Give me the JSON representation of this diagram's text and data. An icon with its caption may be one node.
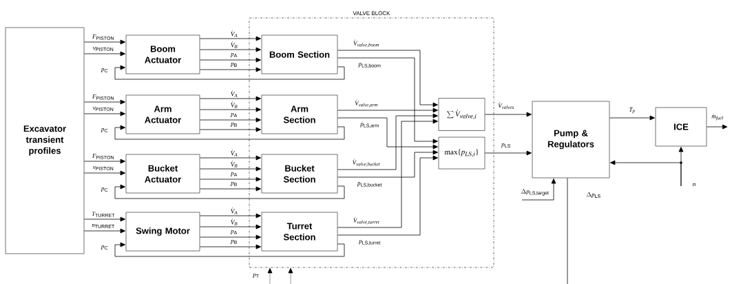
{
  "diagram": {
    "nodes": [
      {
        "text": [
          "Excavator transient profiles"
        ]
      },
      {
        "text": [
          "Boom Actuator"
        ]
      },
      {
        "text": [
          "Arm Actuator"
        ]
      },
      {
        "text": [
          "Bucket Actuator"
        ]
      },
      {
        "text": [
          "Swing Motor"
        ]
      },
      {
        "text": [
          "VALVE BLOCK"
        ]
      },
      {
        "text": [
          "Boom Section"
        ],
        "in": 5
      },
      {
        "text": [
          "Arm Section"
        ],
        "in": 5
      },
      {
        "text": [
          "Bucket Section"
        ],
        "in": 5
      },
      {
        "text": [
          "Turret Section"
        ],
        "in": 5
      },
      {
        "text": [
          "\\sum\\dot{V}_{valve,i}"
        ],
        "in": 5
      },
      {
        "text": [
          "\\max\\{p_{LS,i}\\}"
        ],
        "in": 5
      },
      {
        "text": [
          "Pump & Regulators"
        ]
      },
      {
        "text": [
          "ICE"
        ]
      }
    ],
    "edges": [
      {
        "from": 0,
        "to": 1,
        "arrow": "to",
        "label": "F_{\\mathrm{PISTON}}"
      },
      {
        "from": 0,
        "to": 1,
        "arrow": "to",
        "label": "v_{\\mathrm{PISTON}}"
      },
      {
        "from": 1,
        "to": 6,
        "arrow": "to",
        "label": "\\dot{V}_{A}"
      },
      {
        "from": 1,
        "to": 6,
        "arrow": "to",
        "label": "\\dot{V}_{B}"
      },
      {
        "from": 1,
        "to": 6,
        "arrow": "to",
        "label": "p_{\\mathrm{A}}"
      },
      {
        "from": 1,
        "to": 6,
        "arrow": "to",
        "label": "p_{\\mathrm{B}}"
      },
      {
        "from": 6,
        "to": 1,
        "arrow": "to",
        "label": "p_{\\mathrm{C}}"
      },
      {
        "from": 6,
        "to": 10,
        "arrow": "to",
        "label": "\\dot{V}_{valve,boom}"
      },
      {
        "from": 6,
        "to": 11,
        "arrow": "to",
        "label": "p_{\\mathrm{LS,boom}}"
      },
      {
        "from": 0,
        "to": 2,
        "arrow": "to",
        "label": "F_{\\mathrm{PISTON}}"
      },
      {
        "from": 0,
        "to": 2,
        "arrow": "to",
        "label": "v_{\\mathrm{PISTON}}"
      },
      {
        "from": 2,
        "to": 7,
        "arrow": "to",
        "label": "\\dot{V}_{A}"
      },
      {
        "from": 2,
        "to": 7,
        "arrow": "to",
        "label": "\\dot{V}_{B}"
      },
      {
        "from": 2,
        "to": 7,
        "arrow": "to",
        "label": "p_{\\mathrm{A}}"
      },
      {
        "from": 2,
        "to": 7,
        "arrow": "to",
        "label": "p_{\\mathrm{B}}"
      },
      {
        "from": 7,
        "to": 2,
        "arrow": "to",
        "label": "p_{\\mathrm{C}}"
      },
      {
        "from": 7,
        "to": 10,
        "arrow": "to",
        "label": "\\dot{V}_{valve,arm}"
      },
      {
        "from": 7,
        "to": 11,
        "arrow": "to",
        "label": "p_{\\mathrm{LS,arm}}"
      },
      {
        "from": 0,
        "to": 3,
        "arrow": "to",
        "label": "F_{\\mathrm{PISTON}}"
      },
      {
        "from": 0,
        "to": 3,
        "arrow": "to",
        "label": "v_{\\mathrm{PISTON}}"
      },
      {
        "from": 3,
        "to": 8,
        "arrow": "to",
        "label": "\\dot{V}_{A}"
      },
      {
        "from": 3,
        "to": 8,
        "arrow": "to",
        "label": "\\dot{V}_{B}"
      },
      {
        "from": 3,
        "to": 8,
        "arrow": "to",
        "label": "p_{\\mathrm{A}}"
      },
      {
        "from": 3,
        "to": 8,
        "arrow": "to",
        "label": "p_{\\mathrm{B}}"
      },
      {
        "from": 8,
        "to": 3,
        "arrow": "to",
        "label": "p_{\\mathrm{C}}"
      },
      {
        "from": 8,
        "to": 10,
        "arrow": "to",
        "label": "\\dot{V}_{valve,bucket}"
      },
      {
        "from": 8,
        "to": 11,
        "arrow": "to",
        "label": "p_{\\mathrm{LS,bucket}}"
      },
      {
        "from": 0,
        "to": 4,
        "arrow": "to",
        "label": "T_{\\mathrm{TURRET}}"
      },
      {
        "from": 0,
        "to": 4,
        "arrow": "to",
        "label": "n_{\\mathrm{TURRET}}"
      },
      {
        "from": 4,
        "to": 9,
        "arrow": "to",
        "label": "\\dot{V}_{A}"
      },
      {
        "from": 4,
        "to": 9,
        "arrow": "to",
        "label": "\\dot{V}_{B}"
      },
      {
        "from": 4,
        "to": 9,
        "arrow": "to",
        "label": "p_{\\mathrm{A}}"
      },
      {
        "from": 4,
        "to": 9,
        "arrow": "to",
        "label": "p_{\\mathrm{B}}"
      },
      {
        "from": 9,
        "to": 4,
        "arrow": "to",
        "label": "p_{\\mathrm{C}}"
      },
      {
        "from": 9,
        "to": 10,
        "arrow": "to",
        "label": "\\dot{V}_{valve,turret}"
      },
      {
        "from": 9,
        "to": 11,
        "arrow": "to",
        "label": "p_{\\mathrm{LS,turret}}"
      },
      {
        "from": 10,
        "to": 12,
        "arrow": "to",
        "label": "\\dot{V}_{valves}"
      },
      {
        "from": 11,
        "to": 12,
        "arrow": "to",
        "label": "p_{\\mathrm{LS}}"
      },
      {
        "from": 12,
        "to": 13,
        "arrow": "to",
        "label": "T_{p}"
      },
      {
        "from": 13,
        "to": null,
        "arrow": "to",
        "label": "\\dot{m}_{fuel}"
      },
      {
        "from": null,
        "to": 13,
        "arrow": "to",
        "label": "n"
      },
      {
        "from": null,
        "to": 12,
        "arrow": "to"
      },
      {
        "from": null,
        "to": 12,
        "arrow": "to",
        "label": "\\Delta p_{\\mathrm{LS,target}}"
      },
      {
        "from": 12,
        "to": null,
        "arrow": "none",
        "label": "\\Delta p_{\\mathrm{LS}}"
      },
      {
        "from": null,
        "to": 5,
        "arrow": "to",
        "label": "p_{\\mathrm{T}}"
      },
      {
        "from": null,
        "to": 5,
        "arrow": "to"
      }
    ]
  }
}
